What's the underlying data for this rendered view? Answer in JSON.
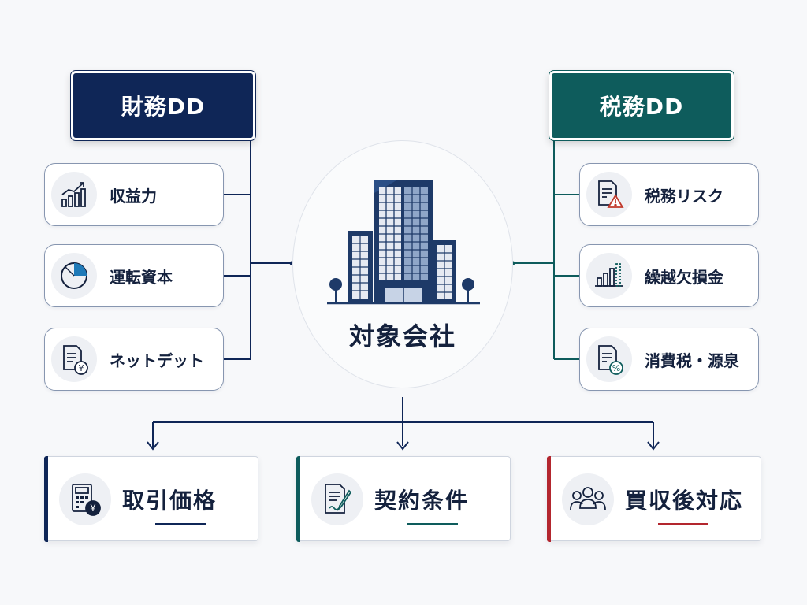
{
  "financial_dd": {
    "title": "財務DD",
    "color": "#0f2657",
    "items": [
      {
        "label": "収益力",
        "icon": "growth-chart-icon"
      },
      {
        "label": "運転資本",
        "icon": "pie-chart-icon"
      },
      {
        "label": "ネットデット",
        "icon": "document-yen-icon"
      }
    ]
  },
  "tax_dd": {
    "title": "税務DD",
    "color": "#0e5c5c",
    "items": [
      {
        "label": "税務リスク",
        "icon": "document-warning-icon"
      },
      {
        "label": "繰越欠損金",
        "icon": "bar-chart-carryforward-icon"
      },
      {
        "label": "消費税・源泉",
        "icon": "document-percent-icon"
      }
    ]
  },
  "center": {
    "label": "対象会社",
    "icon": "office-building-icon"
  },
  "outcomes": [
    {
      "label": "取引価格",
      "icon": "calculator-yen-icon",
      "accent": "#0f2657"
    },
    {
      "label": "契約条件",
      "icon": "contract-pen-icon",
      "accent": "#0e5c5c"
    },
    {
      "label": "買収後対応",
      "icon": "people-group-icon",
      "accent": "#b3262e"
    }
  ],
  "colors": {
    "navy": "#0f2657",
    "teal": "#0e5c5c",
    "red": "#b3262e",
    "warning": "#c0392b"
  }
}
